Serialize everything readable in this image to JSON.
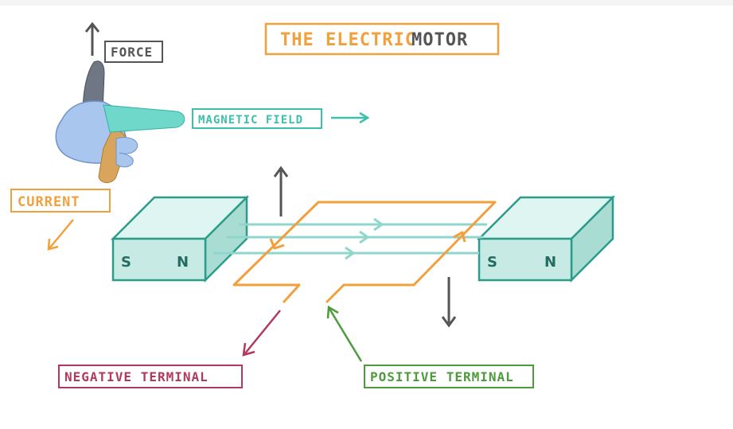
{
  "title": {
    "part1": "THE ELECTRIC",
    "part2": "MOTOR",
    "colors": {
      "part1": "#f2a03d",
      "part2": "#555555",
      "frame": "#f2a03d"
    }
  },
  "labels": {
    "force": "FORCE",
    "magnetic_field": "MAGNETIC FIELD",
    "current": "CURRENT",
    "negative_terminal": "NEGATIVE TERMINAL",
    "positive_terminal": "POSITIVE TERMINAL"
  },
  "magnets": {
    "left": {
      "pole_left": "S",
      "pole_right": "N"
    },
    "right": {
      "pole_left": "S",
      "pole_right": "N"
    }
  },
  "colors": {
    "magnet_fill": "#c7ebe4",
    "magnet_top": "#dff5f1",
    "magnet_side": "#a9ddd3",
    "magnet_stroke": "#2c9c8a",
    "field": "#8fd6cc",
    "field_label": "#3dbfae",
    "coil": "#f2a03d",
    "force_arrow": "#555555",
    "negative": "#b03a5e",
    "positive": "#4e9a3c",
    "hand": "#a9c6ef",
    "thumb": "#707784",
    "finger_field": "#6fd8cb",
    "finger_current": "#d9a55c"
  },
  "icons": {
    "hand": "left-hand-rule-icon",
    "force_arrow": "arrow-up-icon",
    "field_arrow": "arrow-right-icon",
    "current_arrow": "arrow-down-left-icon"
  }
}
